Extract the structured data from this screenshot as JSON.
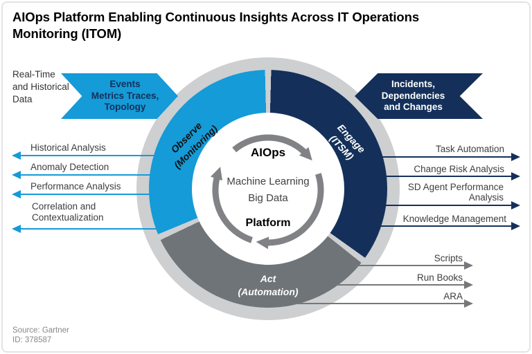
{
  "title": "AIOps Platform Enabling Continuous Insights Across IT Operations Monitoring (ITOM)",
  "left_note": "Real-Time and Historical Data",
  "banners": {
    "left": {
      "line1": "Events",
      "line2": "Metrics Traces,",
      "line3": "Topology"
    },
    "right": {
      "line1": "Incidents,",
      "line2": "Dependencies",
      "line3": "and Changes"
    }
  },
  "wheel": {
    "segments": {
      "observe": {
        "label": "Observe",
        "sublabel": "(Monitoring)"
      },
      "engage": {
        "label": "Engage",
        "sublabel": "(ITSM)"
      },
      "act": {
        "label": "Act",
        "sublabel": "(Automation)"
      }
    },
    "center": {
      "heading": "AIOps",
      "line1": "Machine Learning",
      "line2": "Big Data",
      "footing": "Platform"
    }
  },
  "outputs": {
    "observe": [
      "Historical Analysis",
      "Anomaly Detection",
      "Performance Analysis",
      "Correlation and Contextualization"
    ],
    "engage": [
      "Task Automation",
      "Change Risk Analysis",
      "SD Agent Performance Analysis",
      "Knowledge Management"
    ],
    "act": [
      "Scripts",
      "Run Books",
      "ARA"
    ]
  },
  "footer": {
    "source": "Source: Gartner",
    "id": "ID: 378587"
  },
  "colors": {
    "light_blue": "#149BD8",
    "navy": "#14305A",
    "segment_gray": "#6F7478",
    "ring_gray": "#CDCFD1",
    "cycle_arrow_gray": "#808285"
  }
}
